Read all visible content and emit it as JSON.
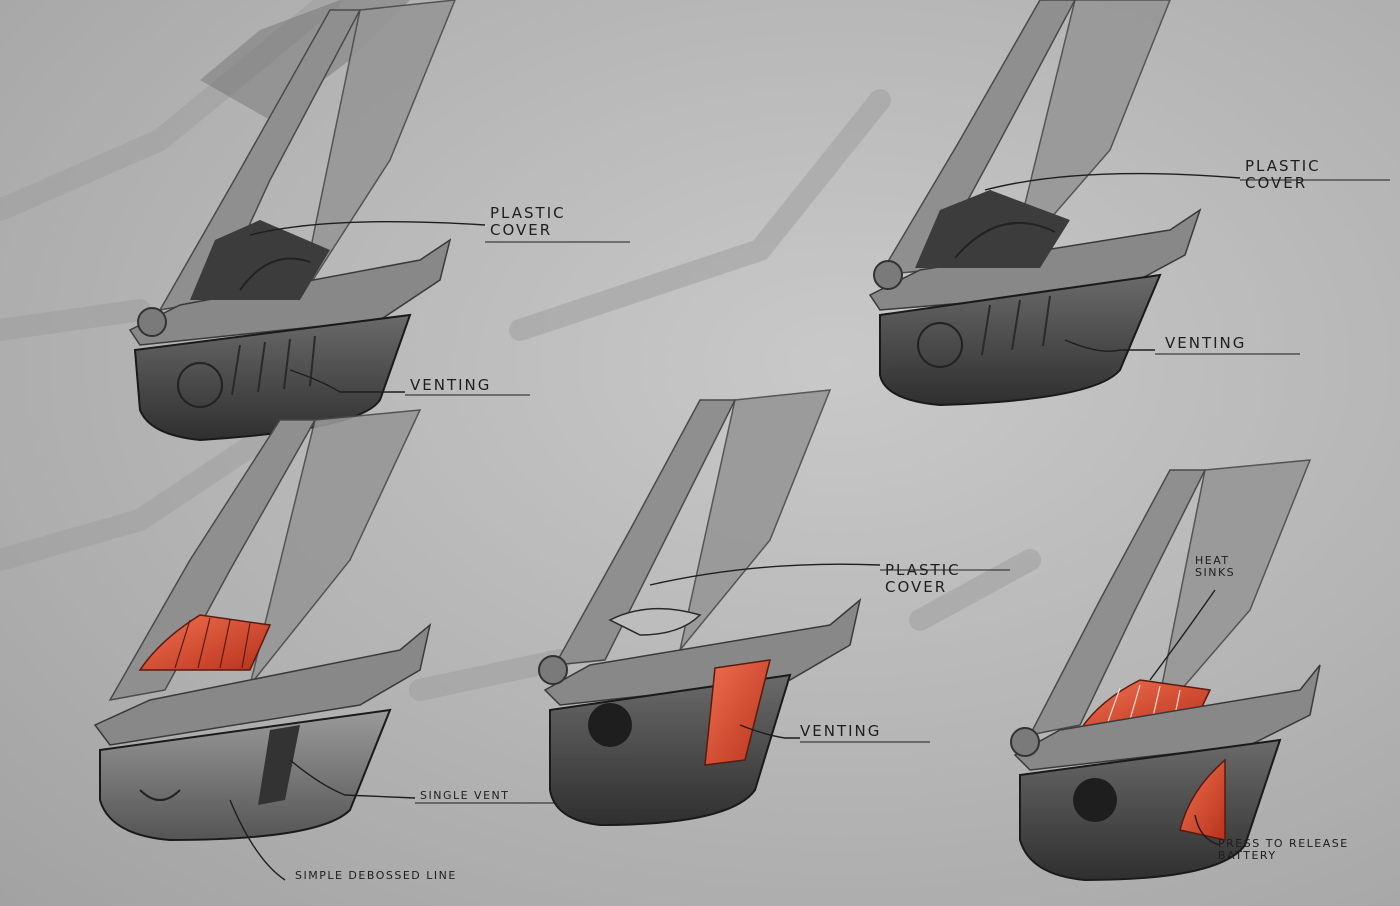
{
  "annotations": {
    "s1_cover_line1": "Plastic",
    "s1_cover_line2": "Cover",
    "s1_venting": "Venting",
    "s2_cover_line1": "Plastic",
    "s2_cover_line2": "Cover",
    "s2_venting": "Venting",
    "s3_single_vent": "Single vent",
    "s3_debossed": "Simple debossed line",
    "s4_cover_line1": "Plastic",
    "s4_cover_line2": "Cover",
    "s4_venting": "Venting",
    "s5_heat_line1": "Heat",
    "s5_heat_line2": "Sinks",
    "s5_release_line1": "Press to release",
    "s5_release_line2": "Battery"
  },
  "colors": {
    "background": "#b4b4b4",
    "frame": "#8f8f8f",
    "housing": "#4a4a4a",
    "accent_red": "#d8462b",
    "ink": "#1e1e1e"
  }
}
